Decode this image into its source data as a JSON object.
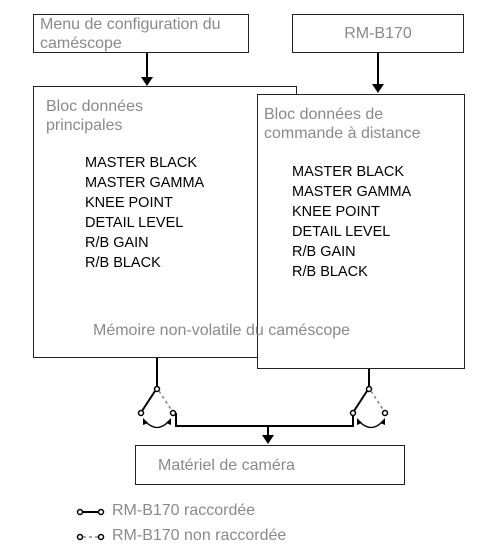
{
  "boxes": {
    "camera_menu": "Menu de configuration du caméscope",
    "rm_b170": "RM-B170",
    "main_block_title": "Bloc données principales",
    "remote_block_title": "Bloc données de commande à distance",
    "nonvolatile_memory": "Mémoire non-volatile du caméscope",
    "camera_hardware": "Matériel de caméra"
  },
  "main_block_params": [
    "MASTER BLACK",
    "MASTER GAMMA",
    "KNEE POINT",
    "DETAIL LEVEL",
    "R/B GAIN",
    "R/B BLACK"
  ],
  "remote_block_params": [
    "MASTER BLACK",
    "MASTER GAMMA",
    "KNEE POINT",
    "DETAIL LEVEL",
    "R/B GAIN",
    "R/B BLACK"
  ],
  "legend": {
    "connected": "RM-B170 raccordée",
    "not_connected": "RM-B170 non raccordée"
  }
}
